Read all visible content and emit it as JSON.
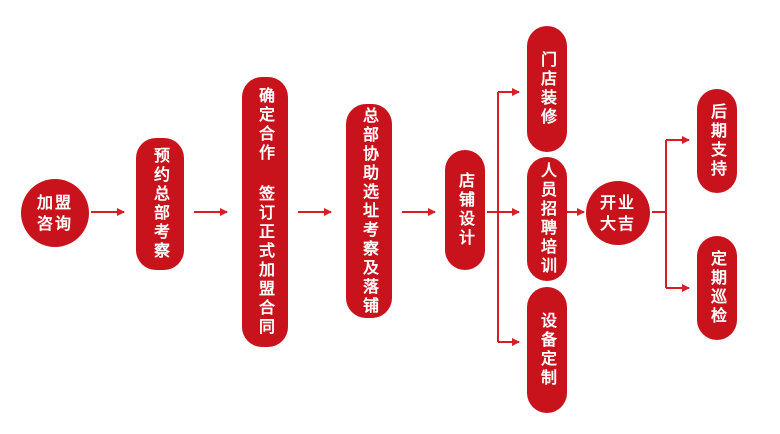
{
  "flow": {
    "join_inquiry": "加盟咨询",
    "visit_hq": "预约总部考察",
    "sign_contract": "确定合作  签订正式加盟合同",
    "site_selection": "总部协助选址考察及落铺",
    "store_design": "店铺设计",
    "store_renovation": "门店装修",
    "staff_recruitment": "人员招聘培训",
    "equipment_customization": "设备定制",
    "grand_opening": "开业大吉",
    "follow_up_support": "后期支持",
    "regular_inspection": "定期巡检"
  },
  "colors": {
    "node": "#c8131c",
    "arrow": "#d81e24",
    "text": "#ffffff",
    "background": "#ffffff"
  }
}
